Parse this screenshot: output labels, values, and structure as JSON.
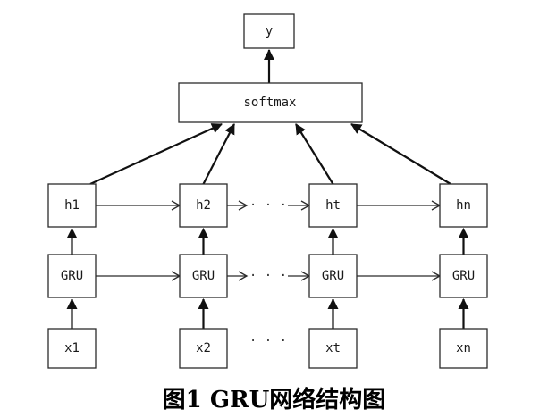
{
  "diagram": {
    "output": "y",
    "softmax": "softmax",
    "columns": [
      {
        "id": "1",
        "hidden": "h1",
        "cell": "GRU",
        "input": "x1"
      },
      {
        "id": "2",
        "hidden": "h2",
        "cell": "GRU",
        "input": "x2"
      },
      {
        "id": "t",
        "hidden": "ht",
        "cell": "GRU",
        "input": "xt"
      },
      {
        "id": "n",
        "hidden": "hn",
        "cell": "GRU",
        "input": "xn"
      }
    ],
    "ellipsis": "· · ·"
  },
  "caption": "图1   GRU网络结构图"
}
